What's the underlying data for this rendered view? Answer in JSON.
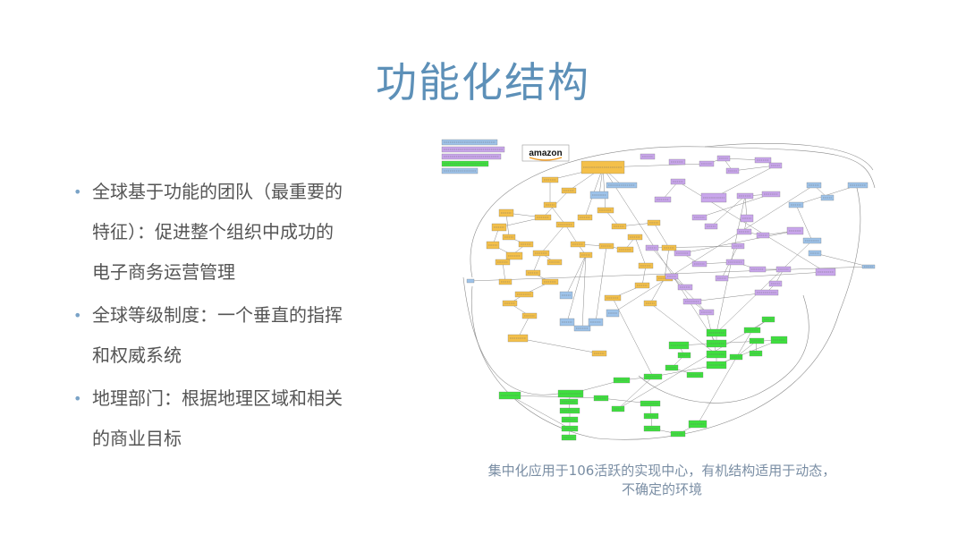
{
  "slide": {
    "title": "功能化结构",
    "bullets": [
      {
        "lines": [
          "全球基于功能的团队（最重要的",
          "特征）：促进整个组织中成功的",
          "电子商务运营管理"
        ]
      },
      {
        "lines": [
          "全球等级制度：一个垂直的指挥",
          "和权威系统"
        ]
      },
      {
        "lines": [
          "地理部门：根据地理区域和相关",
          "的商业目标"
        ]
      }
    ],
    "diagram": {
      "logo_text": "amazon",
      "colors": {
        "orange": "#f4c04a",
        "purple": "#c9a6ec",
        "blue": "#9ec3ea",
        "green": "#3ee03e",
        "edge": "#8a8a8a"
      }
    },
    "caption": {
      "lines": [
        "集中化应用于106活跃的实现中心，有机结构适用于动态，",
        "不确定的环境"
      ]
    }
  }
}
